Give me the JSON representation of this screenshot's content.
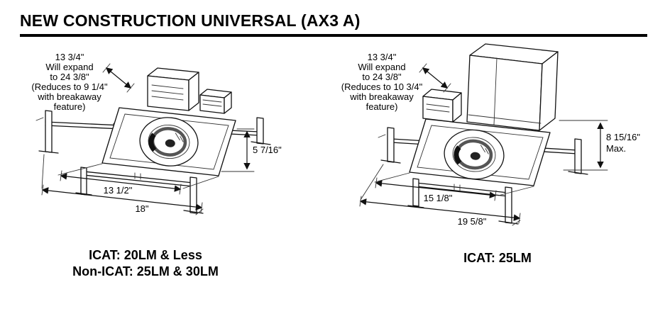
{
  "colors": {
    "ink": "#000000",
    "paper": "#ffffff"
  },
  "header": {
    "title": "NEW CONSTRUCTION UNIVERSAL (AX3 A)"
  },
  "left_unit": {
    "expand_note": {
      "lines": [
        "13 3/4\"",
        "Will expand",
        "to 24 3/8\"",
        "(Reduces to 9 1/4\"",
        "with breakaway",
        "feature)"
      ]
    },
    "height_dim": "5 7/16\"",
    "inner_width_dim": "13 1/2\"",
    "outer_width_dim": "18\"",
    "caption": [
      "ICAT: 20LM & Less",
      "Non-ICAT: 25LM & 30LM"
    ]
  },
  "right_unit": {
    "expand_note": {
      "lines": [
        "13 3/4\"",
        "Will expand",
        "to 24 3/8\"",
        "(Reduces to 10 3/4\"",
        "with breakaway",
        "feature)"
      ]
    },
    "height_dim": "8 15/16\"",
    "height_dim_qualifier": "Max.",
    "inner_width_dim": "15 1/8\"",
    "outer_width_dim": "19 5/8\"",
    "caption": [
      "ICAT: 25LM"
    ]
  }
}
